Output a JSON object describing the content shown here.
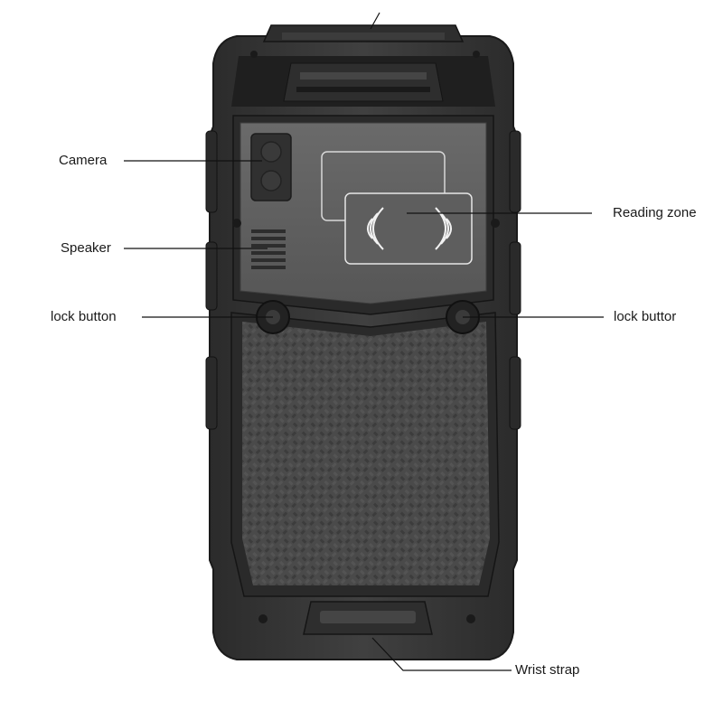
{
  "labels": {
    "camera": "Camera",
    "speaker": "Speaker",
    "lock_left": "lock button",
    "reading_zone": "Reading zone",
    "lock_right": "lock buttor",
    "wrist_strap": "Wrist strap"
  },
  "colors": {
    "body": "#3a3a3a",
    "body_dark": "#262626",
    "bumper": "#e2621f",
    "panel": "#5a5a5a",
    "line": "#111111"
  }
}
